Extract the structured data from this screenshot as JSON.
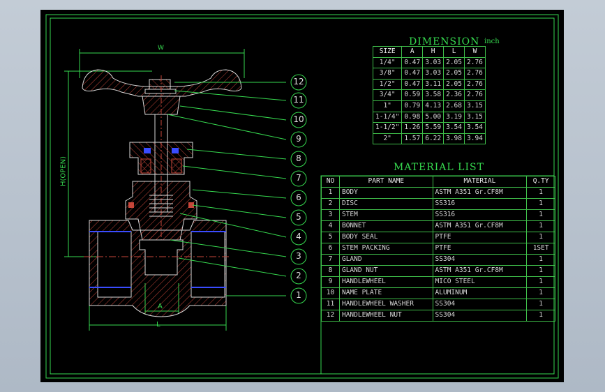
{
  "dimension": {
    "title": "DIMENSION",
    "unit": "inch",
    "headers": [
      "SIZE",
      "A",
      "H",
      "L",
      "W"
    ],
    "rows": [
      [
        "1/4\"",
        "0.47",
        "3.03",
        "2.05",
        "2.76"
      ],
      [
        "3/8\"",
        "0.47",
        "3.03",
        "2.05",
        "2.76"
      ],
      [
        "1/2\"",
        "0.47",
        "3.11",
        "2.05",
        "2.76"
      ],
      [
        "3/4\"",
        "0.59",
        "3.58",
        "2.36",
        "2.76"
      ],
      [
        "1\"",
        "0.79",
        "4.13",
        "2.68",
        "3.15"
      ],
      [
        "1-1/4\"",
        "0.98",
        "5.00",
        "3.19",
        "3.15"
      ],
      [
        "1-1/2\"",
        "1.26",
        "5.59",
        "3.54",
        "3.54"
      ],
      [
        "2\"",
        "1.57",
        "6.22",
        "3.98",
        "3.94"
      ]
    ]
  },
  "material": {
    "title": "MATERIAL LIST",
    "headers": [
      "NO",
      "PART NAME",
      "MATERIAL",
      "Q.TY"
    ],
    "rows": [
      [
        "1",
        "BODY",
        "ASTM A351 Gr.CF8M",
        "1"
      ],
      [
        "2",
        "DISC",
        "SS316",
        "1"
      ],
      [
        "3",
        "STEM",
        "SS316",
        "1"
      ],
      [
        "4",
        "BONNET",
        "ASTM A351 Gr.CF8M",
        "1"
      ],
      [
        "5",
        "BODY SEAL",
        "PTFE",
        "1"
      ],
      [
        "6",
        "STEM PACKING",
        "PTFE",
        "1SET"
      ],
      [
        "7",
        "GLAND",
        "SS304",
        "1"
      ],
      [
        "8",
        "GLAND NUT",
        "ASTM A351 Gr.CF8M",
        "1"
      ],
      [
        "9",
        "HANDLEWHEEL",
        "MICO STEEL",
        "1"
      ],
      [
        "10",
        "NAME PLATE",
        "ALUMINUM",
        "1"
      ],
      [
        "11",
        "HANDLEWHEEL WASHER",
        "SS304",
        "1"
      ],
      [
        "12",
        "HANDLEWHEEL NUT",
        "SS304",
        "1"
      ]
    ]
  },
  "labels": {
    "w": "W",
    "h": "H(OPEN)",
    "a": "A",
    "l": "L"
  },
  "callouts": [
    "12",
    "11",
    "10",
    "9",
    "8",
    "7",
    "6",
    "5",
    "4",
    "3",
    "2",
    "1"
  ],
  "colors": {
    "line": "#36d94f",
    "text": "#d9d9d9",
    "hatch": "#c7463a",
    "accent": "#3a4cff"
  }
}
